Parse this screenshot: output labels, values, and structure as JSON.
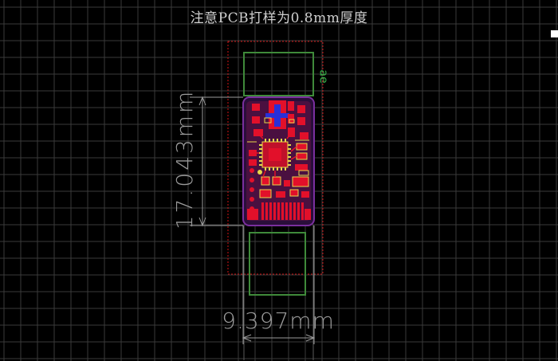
{
  "editor": {
    "board_note": "注意PCB打样为0.8mm厚度",
    "height_dimension": "17.043mm",
    "width_dimension": "9.397mm",
    "silkscreen_label": "ae"
  },
  "colors": {
    "background": "#000000",
    "grid": "#3a3a3a",
    "board_outline": "#7a2f9e",
    "keepout": "#d01515",
    "top_copper": "#e2102a",
    "bottom_copper": "#2a2fd8",
    "silkscreen": "#e8d84a",
    "mechanical": "#3f8a3a",
    "dimension": "#9a9a9a"
  }
}
